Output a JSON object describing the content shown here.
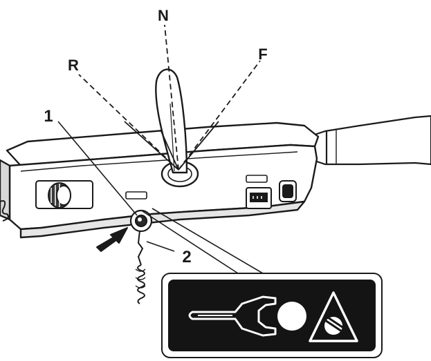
{
  "labels": {
    "neutral": "N",
    "reverse": "R",
    "forward": "F",
    "callout_1": "1",
    "callout_2": "2"
  },
  "icons": {
    "decal": "shear-pin-warning-decal",
    "arrow": "pointer-arrow-icon",
    "lanyard": "lanyard-cord-icon"
  },
  "colors": {
    "line": "#1a1a1a",
    "fill": "#ffffff",
    "decal_bg": "#141414"
  }
}
